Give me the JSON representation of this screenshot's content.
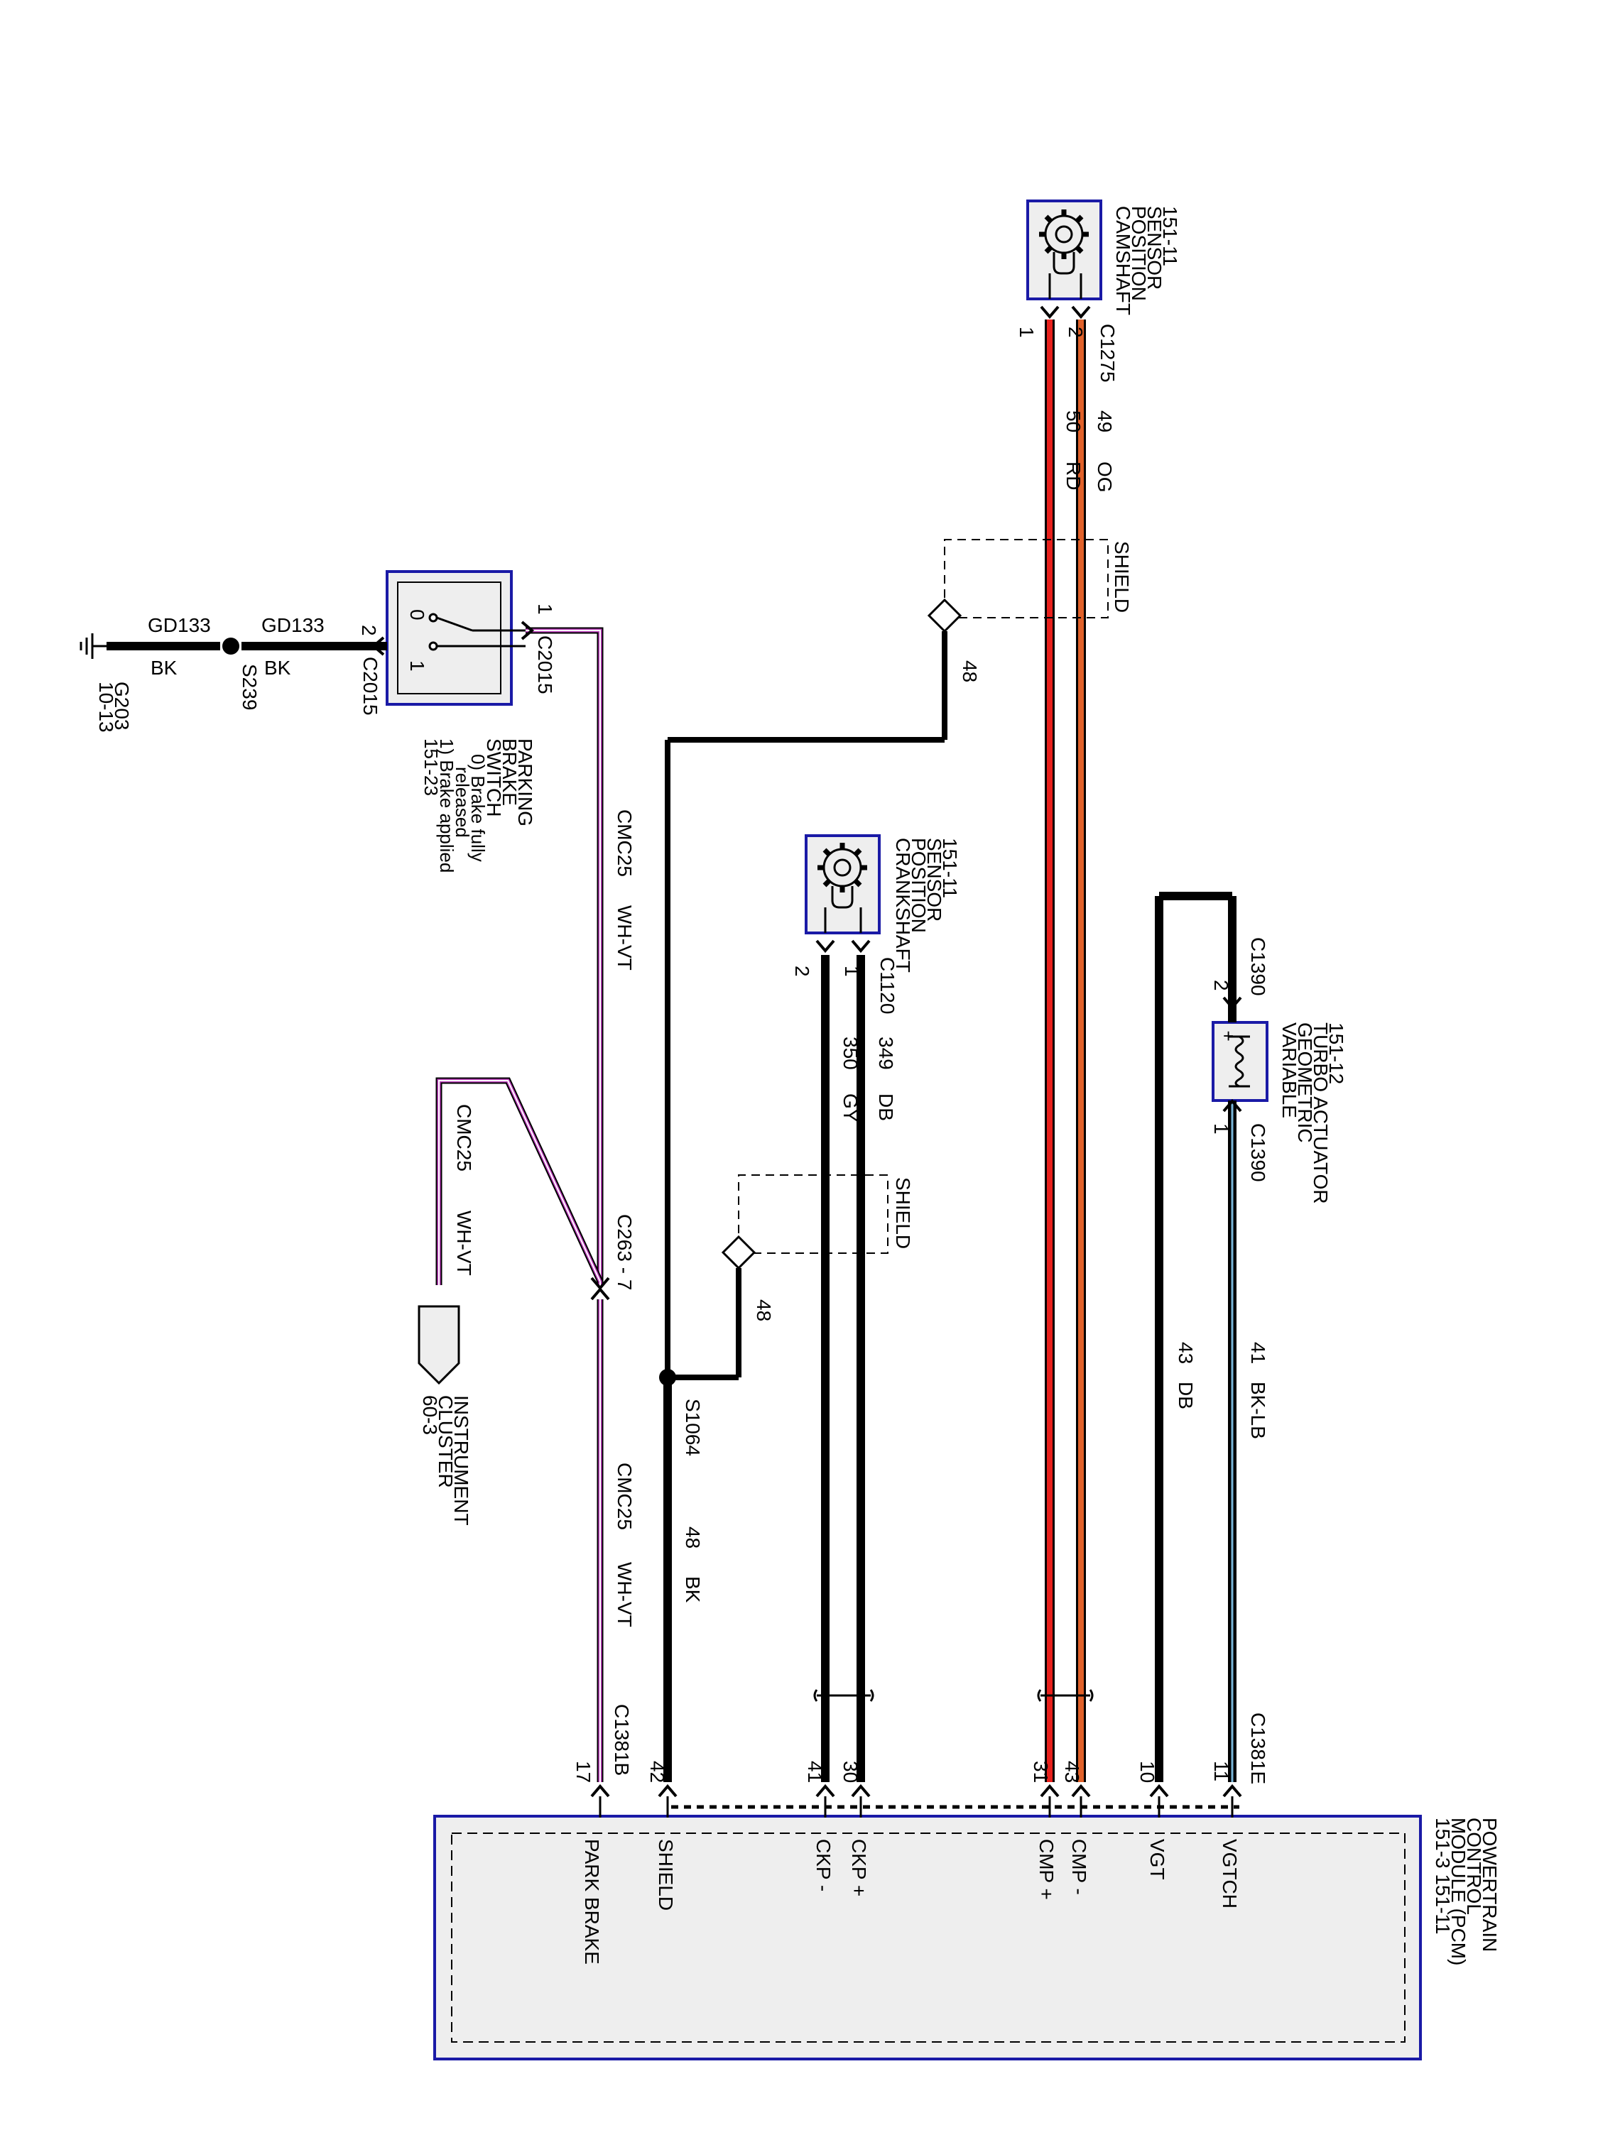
{
  "colors": {
    "black": "#000000",
    "red": "#e8211d",
    "orange": "#e0612a",
    "white_violet": "#c040c0",
    "module_border": "#1a1aa6",
    "component_fill": "#eeeeee"
  },
  "icons": {
    "sensor": "gear-icon",
    "switch": "switch-icon",
    "ground": "ground-icon",
    "actuator": "coil-icon",
    "splice": "splice-dot-icon",
    "shield": "shield-drain-icon"
  },
  "camshaft_sensor": {
    "name": [
      "CAMSHAFT",
      "POSITION",
      "SENSOR",
      "151-11"
    ],
    "connector": "C1275",
    "pin1": "1",
    "pin2": "2",
    "wire_a_circuit": "49",
    "wire_a_color": "OG",
    "wire_b_circuit": "50",
    "wire_b_color": "RD"
  },
  "crankshaft_sensor": {
    "name": [
      "CRANKSHAFT",
      "POSITION",
      "SENSOR",
      "151-11"
    ],
    "connector": "C1120",
    "pin1": "1",
    "pin2": "2",
    "wire_a_circuit": "349",
    "wire_a_color": "DB",
    "wire_b_circuit": "350",
    "wire_b_color": "GY"
  },
  "shield_label": "SHIELD",
  "shield_drain_circuit": "48",
  "shield_drain_circuit_2": "48",
  "splice_s1064": "S1064",
  "shield_wire_circuit": "48",
  "shield_wire_color": "BK",
  "vgt_actuator": {
    "name": [
      "VARIABLE",
      "GEOMETRIC",
      "TURBO ACTUATOR",
      "151-12"
    ],
    "connector_top": "C1390",
    "connector_bottom": "C1390",
    "pin_top": "2",
    "pin_bottom": "1",
    "wire_a_circuit": "41",
    "wire_a_color": "BK-LB",
    "wire_b_circuit": "43",
    "wire_b_color": "DB"
  },
  "parking_brake_switch": {
    "name": [
      "PARKING",
      "BRAKE",
      "SWITCH"
    ],
    "states": [
      "0) Brake fully",
      "released",
      "1) Brake applied",
      "151-23"
    ],
    "pos0": "0",
    "pos1": "1",
    "connector_pin1": "1",
    "connector_pin2": "2",
    "connector_top": "C2015",
    "connector_bottom": "C2015"
  },
  "ground": {
    "wire1_circuit": "GD133",
    "wire1_color": "BK",
    "wire2_circuit": "GD133",
    "wire2_color": "BK",
    "splice": "S239",
    "ground_point": "G203",
    "ground_ref": "10-13"
  },
  "park_brake_wire": {
    "circuit_upper": "CMC25",
    "color_upper": "WH-VT",
    "circuit_lower": "CMC25",
    "color_lower": "WH-VT",
    "inline_connector": "C263 - 7",
    "branch_circuit": "CMC25",
    "branch_color": "WH-VT"
  },
  "instrument_cluster": {
    "name": [
      "INSTRUMENT",
      "CLUSTER",
      "60-3"
    ]
  },
  "pcm": {
    "name": [
      "POWERTRAIN",
      "CONTROL",
      "MODULE (PCM)",
      "151-3    151-11"
    ],
    "connector_e": "C1381E",
    "connector_b": "C1381B",
    "pins": {
      "vgtch": "11",
      "vgt": "10",
      "cmp_minus": "43",
      "cmp_plus": "31",
      "ckp_plus": "30",
      "ckp_minus": "41",
      "shield": "42",
      "park_brake": "17"
    },
    "signals": {
      "vgtch": "VGTCH",
      "vgt": "VGT",
      "cmp_minus": "CMP -",
      "cmp_plus": "CMP +",
      "ckp_plus": "CKP +",
      "ckp_minus": "CKP -",
      "shield": "SHIELD",
      "park_brake": "PARK BRAKE"
    }
  }
}
